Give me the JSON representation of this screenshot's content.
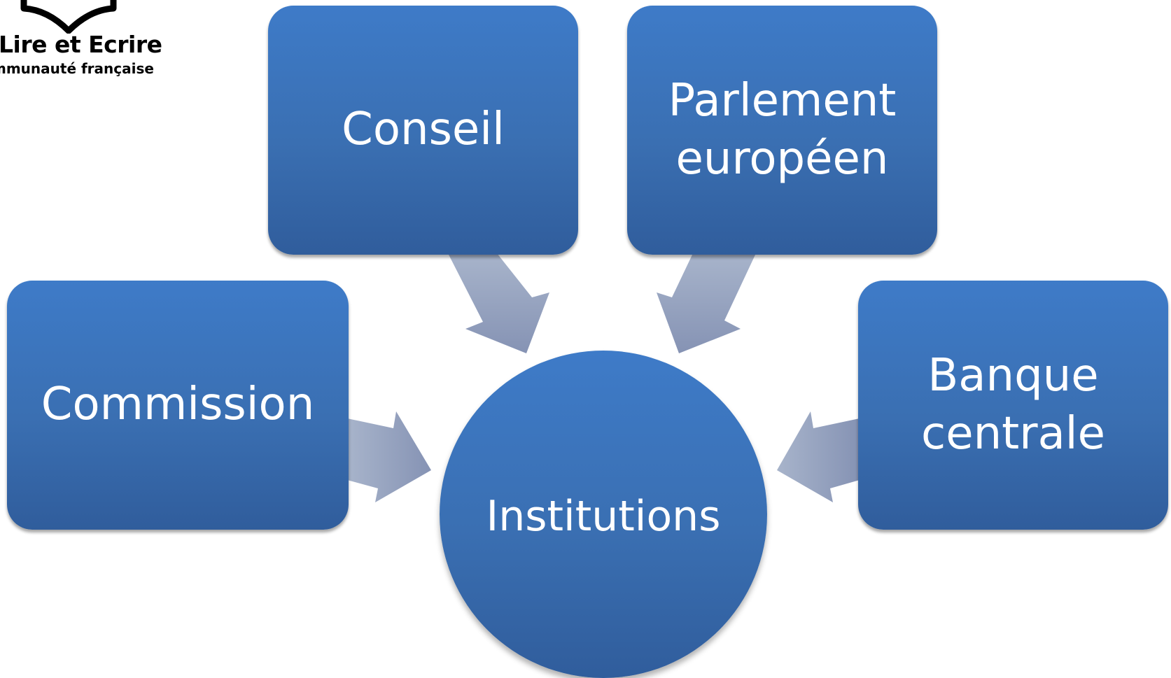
{
  "logo": {
    "line1": "Lire et Ecrire",
    "line2": "mmunauté française"
  },
  "diagram": {
    "center": {
      "label": "Institutions"
    },
    "nodes": [
      {
        "id": "conseil",
        "label": "Conseil"
      },
      {
        "id": "parlement",
        "label": "Parlement\neuropéen"
      },
      {
        "id": "commission",
        "label": "Commission"
      },
      {
        "id": "banque",
        "label": "Banque\ncentrale"
      }
    ]
  },
  "colors": {
    "box_top": "#3e7bc8",
    "box_bottom": "#305d9c",
    "arrow_top": "#a3b0c8",
    "arrow_bottom": "#7f8db0",
    "text": "#ffffff"
  }
}
